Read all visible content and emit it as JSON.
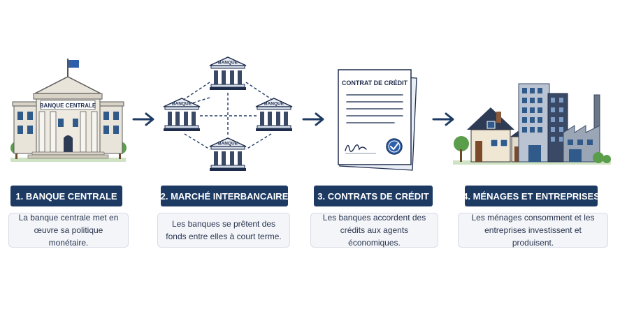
{
  "steps": [
    {
      "label": "1. BANQUE CENTRALE",
      "desc_line1": "La banque centrale met en",
      "desc_line2": "œuvre sa politique monétaire."
    },
    {
      "label": "2. MARCHÉ INTERBANCAIRE",
      "desc_line1": "Les banques se prêtent des",
      "desc_line2": "fonds entre elles à court terme."
    },
    {
      "label": "3. CONTRATS DE CRÉDIT",
      "desc_line1": "Les banques accordent des",
      "desc_line2": "crédits aux agents économiques."
    },
    {
      "label": "4. MÉNAGES ET ENTREPRISES",
      "desc_line1": "Les ménages consomment et les",
      "desc_line2": "entreprises investissent et produisent."
    }
  ],
  "illustrations": {
    "central_bank_sign": "BANQUE CENTRALE",
    "bank_sign": "BANQUE",
    "contract_title": "CONTRAT DE CRÉDIT"
  },
  "colors": {
    "navy": "#1d3a63",
    "accent": "#2f5fa8",
    "green": "#5a9e4b"
  }
}
